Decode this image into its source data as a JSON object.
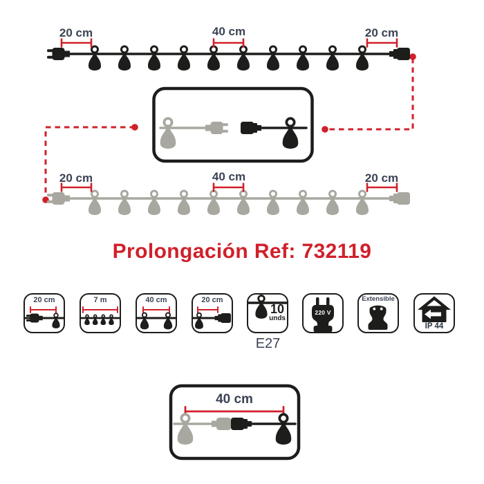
{
  "title": "Prolongación Ref: 732119",
  "colors": {
    "accent": "#d0202a",
    "ink": "#1d1d1b",
    "gray": "#a8a8a0",
    "label": "#3b4254"
  },
  "diagram": {
    "bulb_count": 10,
    "strings": [
      {
        "name": "black-extension-string",
        "color_key": "ink"
      },
      {
        "name": "gray-extension-string",
        "color_key": "gray"
      }
    ],
    "dimensions": {
      "top_string": [
        "20 cm",
        "40 cm",
        "20 cm"
      ],
      "bottom_string": [
        "20 cm",
        "40 cm",
        "20 cm"
      ],
      "connection_detail": "40 cm"
    }
  },
  "features": [
    {
      "icon": "plug-lead-icon",
      "label": "20 cm"
    },
    {
      "icon": "string-7m-icon",
      "label": "7 m"
    },
    {
      "icon": "bulb-spacing-icon",
      "label": "40 cm"
    },
    {
      "icon": "end-connector-icon",
      "label": "20 cm"
    },
    {
      "icon": "e27-bulb-icon",
      "count": "10",
      "unit": "unds",
      "socket_type": "E27"
    },
    {
      "icon": "plug-220v-icon",
      "label": "220 V"
    },
    {
      "icon": "extensible-connector-icon",
      "label": "Extensible"
    },
    {
      "icon": "house-arrow-icon",
      "label": "IP 44"
    }
  ]
}
